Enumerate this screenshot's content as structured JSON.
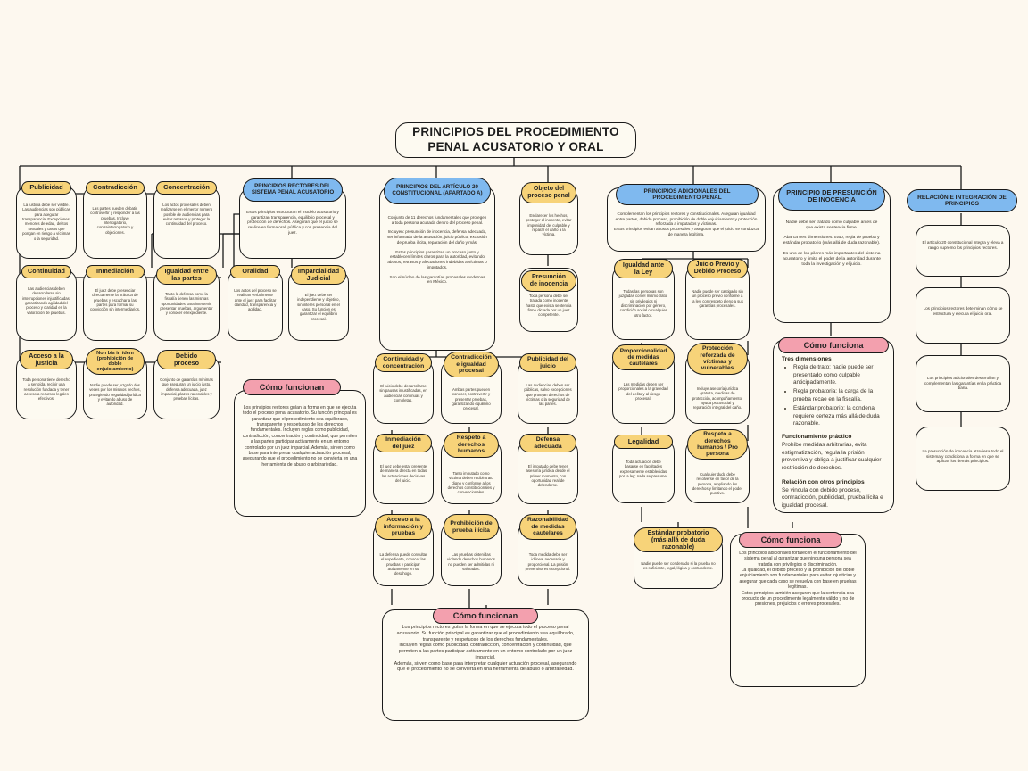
{
  "title": "PRINCIPIOS DEL PROCEDIMIENTO PENAL ACUSATORIO Y ORAL",
  "colors": {
    "yellow": "#f7d379",
    "blue": "#7fb9ef",
    "pink": "#f3a0ae",
    "card": "#fdfaf1",
    "page": "#fdf8ef",
    "stroke": "#1a1a1a"
  },
  "branches": {
    "rectores": {
      "header": "PRINCIPIOS RECTORES DEL SISTEMA PENAL ACUSATORIO",
      "body": "Estos principios estructuran el modelo acusatorio y garantizan transparencia, equilibrio procesal y protección de derechos. Aseguran que el juicio se realice en forma oral, pública y con presencia del juez.",
      "children": [
        {
          "title": "Publicidad",
          "body": "La justicia debe ser visible. Las audiencias son públicas para asegurar transparencia. Excepciones: menores de edad, delitos sexuales y casos que pongan en riesgo a víctimas o la seguridad."
        },
        {
          "title": "Contradicción",
          "body": "Las partes pueden debatir, controvertir y responder a las pruebas. Incluye interrogatorio, contrainterrogatorio y objeciones."
        },
        {
          "title": "Concentración",
          "body": "Los actos procesales deben realizarse en el menor número posible de audiencias para evitar retrasos y proteger la continuidad del proceso."
        },
        {
          "title": "Continuidad",
          "body": "Las audiencias deben desarrollarse sin interrupciones injustificadas, garantizando agilidad del proceso y claridad en la valoración de pruebas."
        },
        {
          "title": "Inmediación",
          "body": "El juez debe presenciar directamente la práctica de pruebas y escuchar a las partes para formar su convicción sin intermediarios."
        },
        {
          "title": "Igualdad entre las partes",
          "body": "Tanto la defensa como la fiscalía tienen las mismas oportunidades para intervenir, presentar pruebas, argumentar y conocer el expediente."
        },
        {
          "title": "Oralidad",
          "body": "Los actos del proceso se realizan verbalmente ante el juez para facilitar claridad, transparencia y agilidad."
        },
        {
          "title": "Imparcialidad Judicial",
          "body": "El juez debe ser independiente y objetivo, sin interés personal en el caso. Su función es garantizar el equilibrio procesal."
        },
        {
          "title": "Acceso a la justicia",
          "body": "Toda persona tiene derecho a ser oída, recibir una resolución fundada y tener acceso a recursos legales efectivos."
        },
        {
          "title": "Non bis in ídem (prohibición de doble enjuiciamiento)",
          "body": "Nadie puede ser juzgado dos veces por los mismos hechos, protegiendo seguridad jurídica y evitando abuso de autoridad."
        },
        {
          "title": "Debido proceso",
          "body": "Conjunto de garantías mínimas que aseguran un juicio justo, defensa adecuada, juez imparcial, plazos razonables y pruebas lícitas."
        }
      ],
      "como": {
        "title": "Cómo funcionan",
        "body": "Los principios rectores guían la forma en que se ejecuta todo el proceso penal acusatorio. Su función principal es garantizar que el procedimiento sea equilibrado, transparente y respetuoso de los derechos fundamentales. Incluyen reglas como publicidad, contradicción, concentración y continuidad, que permiten a las partes participar activamente en un entorno controlado por un juez imparcial. Además, sirven como base para interpretar cualquier actuación procesal, asegurando que el procedimiento no se convierta en una herramienta de abuso o arbitrariedad."
      }
    },
    "articulo20": {
      "header": "PRINCIPIOS DEL ARTÍCULO 20 CONSTITUCIONAL (APARTADO A)",
      "body": [
        "Conjunto de 11 derechos fundamentales que protegen a toda persona acusada dentro del proceso penal.",
        "Incluyen: presunción de inocencia, defensa adecuada, ser informado de la acusación, juicio público, exclusión de prueba ilícita, reparación del daño y más.",
        "Estos principios garantizan un proceso justo y establecen límites claros para la autoridad, evitando abusos, retrasos y afectaciones indebidas a víctimas o imputados.",
        "Son el núcleo de las garantías procesales modernas en México."
      ],
      "children": [
        {
          "title": "Continuidad y concentración",
          "body": "El juicio debe desarrollarse sin pausas injustificadas, en audiencias continuas y completas."
        },
        {
          "title": "Contradicción e igualdad procesal",
          "body": "Ambas partes pueden conocer, controvertir y presentar pruebas, garantizando equilibrio procesal."
        },
        {
          "title": "Publicidad del juicio",
          "body": "Las audiencias deben ser públicas, salvo excepciones que protejan derechos de víctimas o la seguridad de las partes."
        },
        {
          "title": "Inmediación del juez",
          "body": "El juez debe estar presente de manera directa en todas las actuaciones decisivas del juicio."
        },
        {
          "title": "Respeto a derechos humanos",
          "body": "Tanto imputado como víctima deben recibir trato digno y conforme a los derechos constitucionales y convencionales."
        },
        {
          "title": "Defensa adecuada",
          "body": "El imputado debe tener asesoría jurídica desde el primer momento, con oportunidad real de defenderse."
        },
        {
          "title": "Acceso a la información y pruebas",
          "body": "La defensa puede consultar el expediente, conocer las pruebas y participar activamente en su desahogo."
        },
        {
          "title": "Prohibición de prueba ilícita",
          "body": "Las pruebas obtenidas violando derechos humanos no pueden ser admitidas ni valoradas."
        },
        {
          "title": "Razonabilidad de medidas cautelares",
          "body": "Toda medida debe ser idónea, necesaria y proporcional. La prisión preventiva es excepcional."
        }
      ],
      "como": {
        "title": "Cómo funcionan",
        "body": "Los principios rectores guían la forma en que se ejecuta todo el proceso penal acusatorio. Su función principal es garantizar que el procedimiento sea equilibrado, transparente y respetuoso de los derechos fundamentales.\nIncluyen reglas como publicidad, contradicción, concentración y continuidad, que permiten a las partes participar activamente en un entorno controlado por un juez imparcial.\nAdemás, sirven como base para interpretar cualquier actuación procesal, asegurando que el procedimiento no se convierta en una herramienta de abuso o arbitrariedad."
      }
    },
    "objeto": {
      "title": "Objeto del proceso penal",
      "body": "Esclarecer los hechos, proteger al inocente, evitar impunidad del culpable y reparar el daño a la víctima.",
      "presuncion": {
        "title": "Presunción de inocencia",
        "body": "Toda persona debe ser tratada como inocente hasta que exista sentencia firme dictada por un juez competente."
      }
    },
    "adicionales": {
      "header": "PRINCIPIOS ADICIONALES DEL PROCEDIMIENTO PENAL",
      "body": "Complementan los principios rectores y constitucionales. Aseguran igualdad entre partes, debido proceso, prohibición de doble enjuiciamiento y protección reforzada a imputados y víctimas.\nEstos principios evitan abusos procesales y aseguran que el juicio se conduzca de manera legítima.",
      "children": [
        {
          "title": "Igualdad ante la Ley",
          "body": "Todas las personas son juzgadas con el mismo trato, sin privilegios ni discriminación por género, condición social o cualquier otro factor."
        },
        {
          "title": "Juicio Previo y Debido Proceso",
          "body": "Nadie puede ser castigado sin un proceso previo conforme a la ley, con respeto pleno a sus garantías procesales."
        },
        {
          "title": "Proporcionalidad de medidas cautelares",
          "body": "Las medidas deben ser proporcionales a la gravedad del delito y al riesgo procesal."
        },
        {
          "title": "Protección reforzada de víctimas y vulnerables",
          "body": "Incluye asesoría jurídica gratuita, medidas de protección, acompañamiento, ayuda psicosocial y reparación integral del daño."
        },
        {
          "title": "Legalidad",
          "body": "Toda actuación debe basarse en facultades expresamente establecidas por la ley; nada se presume."
        },
        {
          "title": "Respeto a derechos humanos / Pro persona",
          "body": "Cualquier duda debe resolverse en favor de la persona, ampliando los derechos y limitando el poder punitivo."
        },
        {
          "title": "Estándar probatorio (más allá de duda razonable)",
          "body": "Nadie puede ser condenado si la prueba no es suficiente, legal, lógica y contundente."
        }
      ],
      "como": {
        "title": "Cómo funciona",
        "body": "Los principios adicionales fortalecen el funcionamiento del sistema penal al garantizar que ninguna persona sea tratada con privilegios o discriminación.\nLa igualdad, el debido proceso y la prohibición del doble enjuiciamiento son fundamentales para evitar injusticias y asegurar que cada caso se resuelva con base en pruebas legítimas.\nEstos principios también aseguran que la sentencia sea producto de un procedimiento legalmente válido y no de presiones, prejuicios o errores procesales."
      }
    },
    "presuncion_principal": {
      "header": "PRINCIPIO DE PRESUNCIÓN DE INOCENCIA",
      "body": [
        "Nadie debe ser tratado como culpable antes de que exista sentencia firme.",
        "Abarca tres dimensiones: trato, regla de prueba y estándar probatorio (más allá de duda razonable).",
        "Es uno de los pilares más importantes del sistema acusatorio y limita el poder de la autoridad durante toda la investigación y el juicio."
      ],
      "como": {
        "title": "Cómo funciona",
        "sections": [
          {
            "heading": "Tres dimensiones",
            "bullets": [
              "Regla de trato: nadie puede ser presentado como culpable anticipadamente.",
              "Regla probatoria: la carga de la prueba recae en la fiscalía.",
              "Estándar probatorio: la condena requiere certeza más allá de duda razonable."
            ]
          },
          {
            "heading": "Funcionamiento práctico",
            "text": "Prohíbe medidas arbitrarias, evita estigmatización, regula la prisión preventiva y obliga a justificar cualquier restricción de derechos."
          },
          {
            "heading": "Relación con otros principios",
            "text": "Se vincula con debido proceso, contradicción, publicidad, prueba lícita e igualdad procesal."
          }
        ]
      }
    },
    "relacion": {
      "header": "RELACIÓN E INTEGRACIÓN DE PRINCIPIOS",
      "children": [
        {
          "body": "El artículo 20 constitucional integra y eleva a rango supremo los principios rectores."
        },
        {
          "body": "Los principios rectores determinan cómo se estructura y ejecuta el juicio oral."
        },
        {
          "body": "Los principios adicionales desarrollan y complementan las garantías en la práctica diaria."
        },
        {
          "body": "La presunción de inocencia atraviesa todo el sistema y condiciona la forma en que se aplican los demás principios."
        }
      ]
    }
  }
}
